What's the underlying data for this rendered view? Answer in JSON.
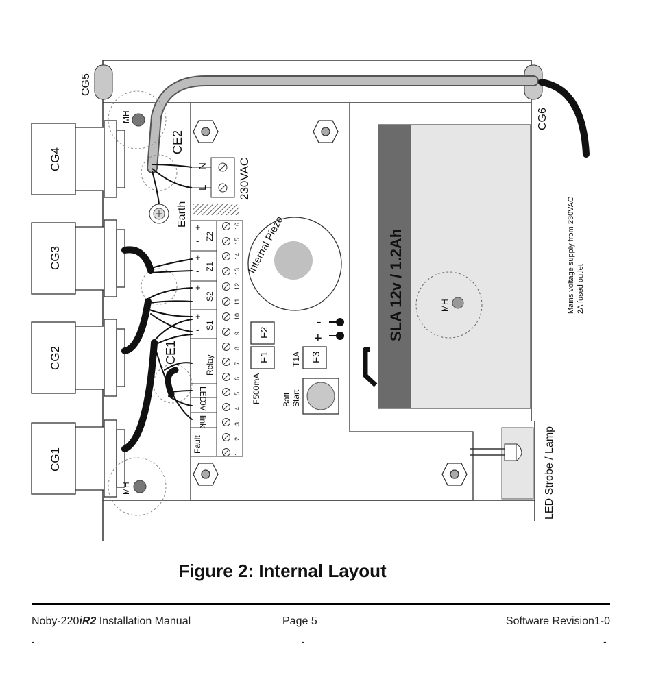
{
  "labels": {
    "cg1": "CG1",
    "cg2": "CG2",
    "cg3": "CG3",
    "cg4": "CG4",
    "cg5": "CG5",
    "cg6": "CG6",
    "ce1": "CE1",
    "ce2": "CE2",
    "mh": "MH",
    "earth": "Earth",
    "n": "N",
    "l": "L",
    "vac": "230VAC",
    "piezo": "Internal Piezo",
    "battery": "SLA  12v / 1.2Ah",
    "mains_line1": "Mains voltage supply from 230VAC",
    "mains_line2": "2A fused outlet",
    "f1": "F1",
    "f2": "F2",
    "f3": "F3",
    "f500": "F500mA",
    "t1a": "T1A",
    "batt_line1": "Batt",
    "batt_line2": "Start",
    "led_strobe": "LED Strobe / Lamp",
    "plus_minus_top": "-",
    "plus_minus_bottom": "+",
    "lbl_fault": "Fault",
    "lbl_link": "link",
    "lbl_0v": "0V",
    "lbl_led": "LED",
    "lbl_relay": "Relay",
    "lbl_s1": "S1",
    "lbl_s2": "S2",
    "lbl_z1": "Z1",
    "lbl_z2": "Z2",
    "pol_plus": "+",
    "pol_minus": "-",
    "terminals": [
      "1",
      "2",
      "3",
      "4",
      "5",
      "6",
      "7",
      "8",
      "9",
      "10",
      "11",
      "12",
      "13",
      "14",
      "15",
      "16"
    ]
  },
  "caption": "Figure 2:  Internal Layout",
  "footer": {
    "left_prefix": "Noby-220",
    "left_italic": "iR2",
    "left_suffix": " Installation Manual",
    "center": "Page 5",
    "right": "Software Revision1-0",
    "dash": "-"
  }
}
